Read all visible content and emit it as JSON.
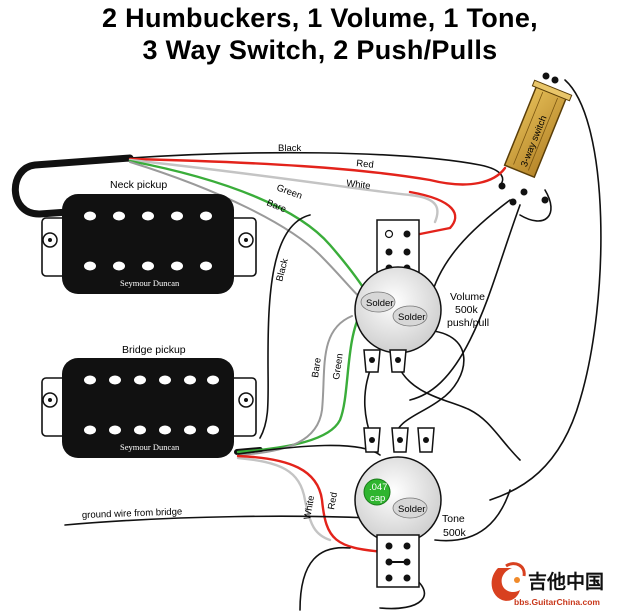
{
  "title": {
    "line1": "2 Humbuckers, 1 Volume, 1 Tone,",
    "line2": "3 Way Switch, 2 Push/Pulls"
  },
  "pickups": {
    "neck": {
      "label": "Neck pickup",
      "brand": "Seymour Duncan"
    },
    "bridge": {
      "label": "Bridge pickup",
      "brand": "Seymour Duncan"
    }
  },
  "switch": {
    "label": "3-way switch"
  },
  "pots": {
    "volume": {
      "label_line1": "Volume",
      "label_line2": "500k",
      "label_line3": "push/pull"
    },
    "tone": {
      "label_line1": "Tone",
      "label_line2": "500k"
    }
  },
  "solder_labels": {
    "volume_left": "Solder",
    "volume_right": "Solder",
    "tone": "Solder"
  },
  "capacitor": {
    "line1": ".047",
    "line2": "cap"
  },
  "wire_labels": {
    "black_top": "Black",
    "red_top": "Red",
    "white_top": "White",
    "green_neck": "Green",
    "bare_neck": "Bare",
    "black_neck": "Black",
    "bare_bridge": "Bare",
    "green_bridge": "Green",
    "white_bridge": "White",
    "red_bridge": "Red"
  },
  "ground_label": "ground wire from bridge",
  "watermark": {
    "name": "吉他中国",
    "url": "bbs.GuitarChina.com"
  },
  "colors": {
    "red_wire": "#e3231b",
    "green_wire": "#3aad3a",
    "white_wire": "#bdbdbd",
    "bare_wire": "#9a9a9a",
    "black_wire": "#111111",
    "switch_body": "#c99a2e",
    "cap": "#2fb52f"
  }
}
